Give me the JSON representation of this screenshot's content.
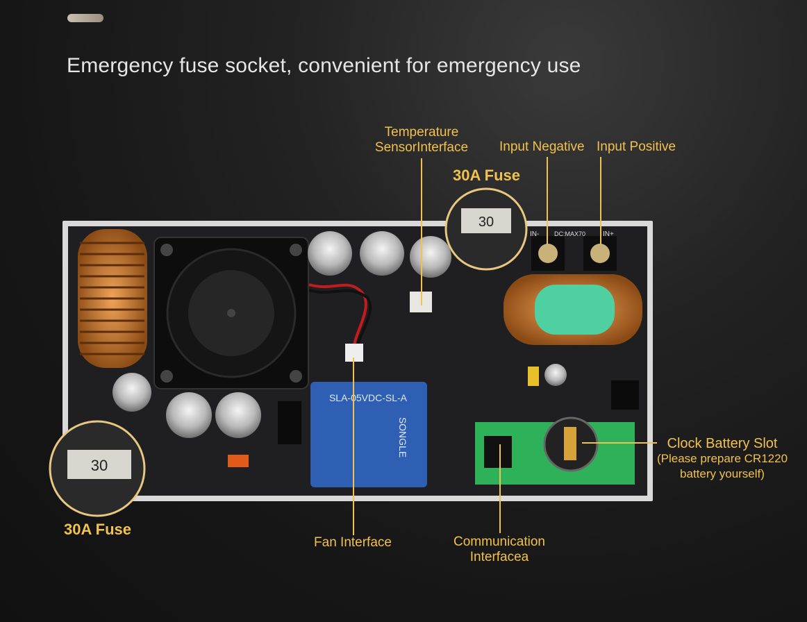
{
  "headline": "Emergency fuse socket, convenient for emergency use",
  "callouts": {
    "temperature_sensor_line1": "Temperature",
    "temperature_sensor_line2": "SensorInterface",
    "input_negative": "Input Negative",
    "input_positive": "Input Positive",
    "fuse_top": "30A Fuse",
    "fuse_bottom": "30A Fuse",
    "clock_battery_line1": "Clock Battery Slot",
    "clock_battery_line2": "(Please prepare CR1220",
    "clock_battery_line3": "battery yourself)",
    "fan_interface": "Fan Interface",
    "communication_line1": "Communication",
    "communication_line2": "Interfacea"
  },
  "markings": {
    "fuse_value": "30",
    "relay_brand": "SONGLE",
    "relay_model": "SLA-05VDC-SL-A",
    "terminal_negative": "IN-",
    "terminal_positive": "IN+",
    "terminal_spec": "DC:MAX70"
  },
  "colors": {
    "accent": "#f2c14e",
    "background": "#161616",
    "relay_blue": "#2f5fb3",
    "pcb_green": "#2fb15a"
  }
}
